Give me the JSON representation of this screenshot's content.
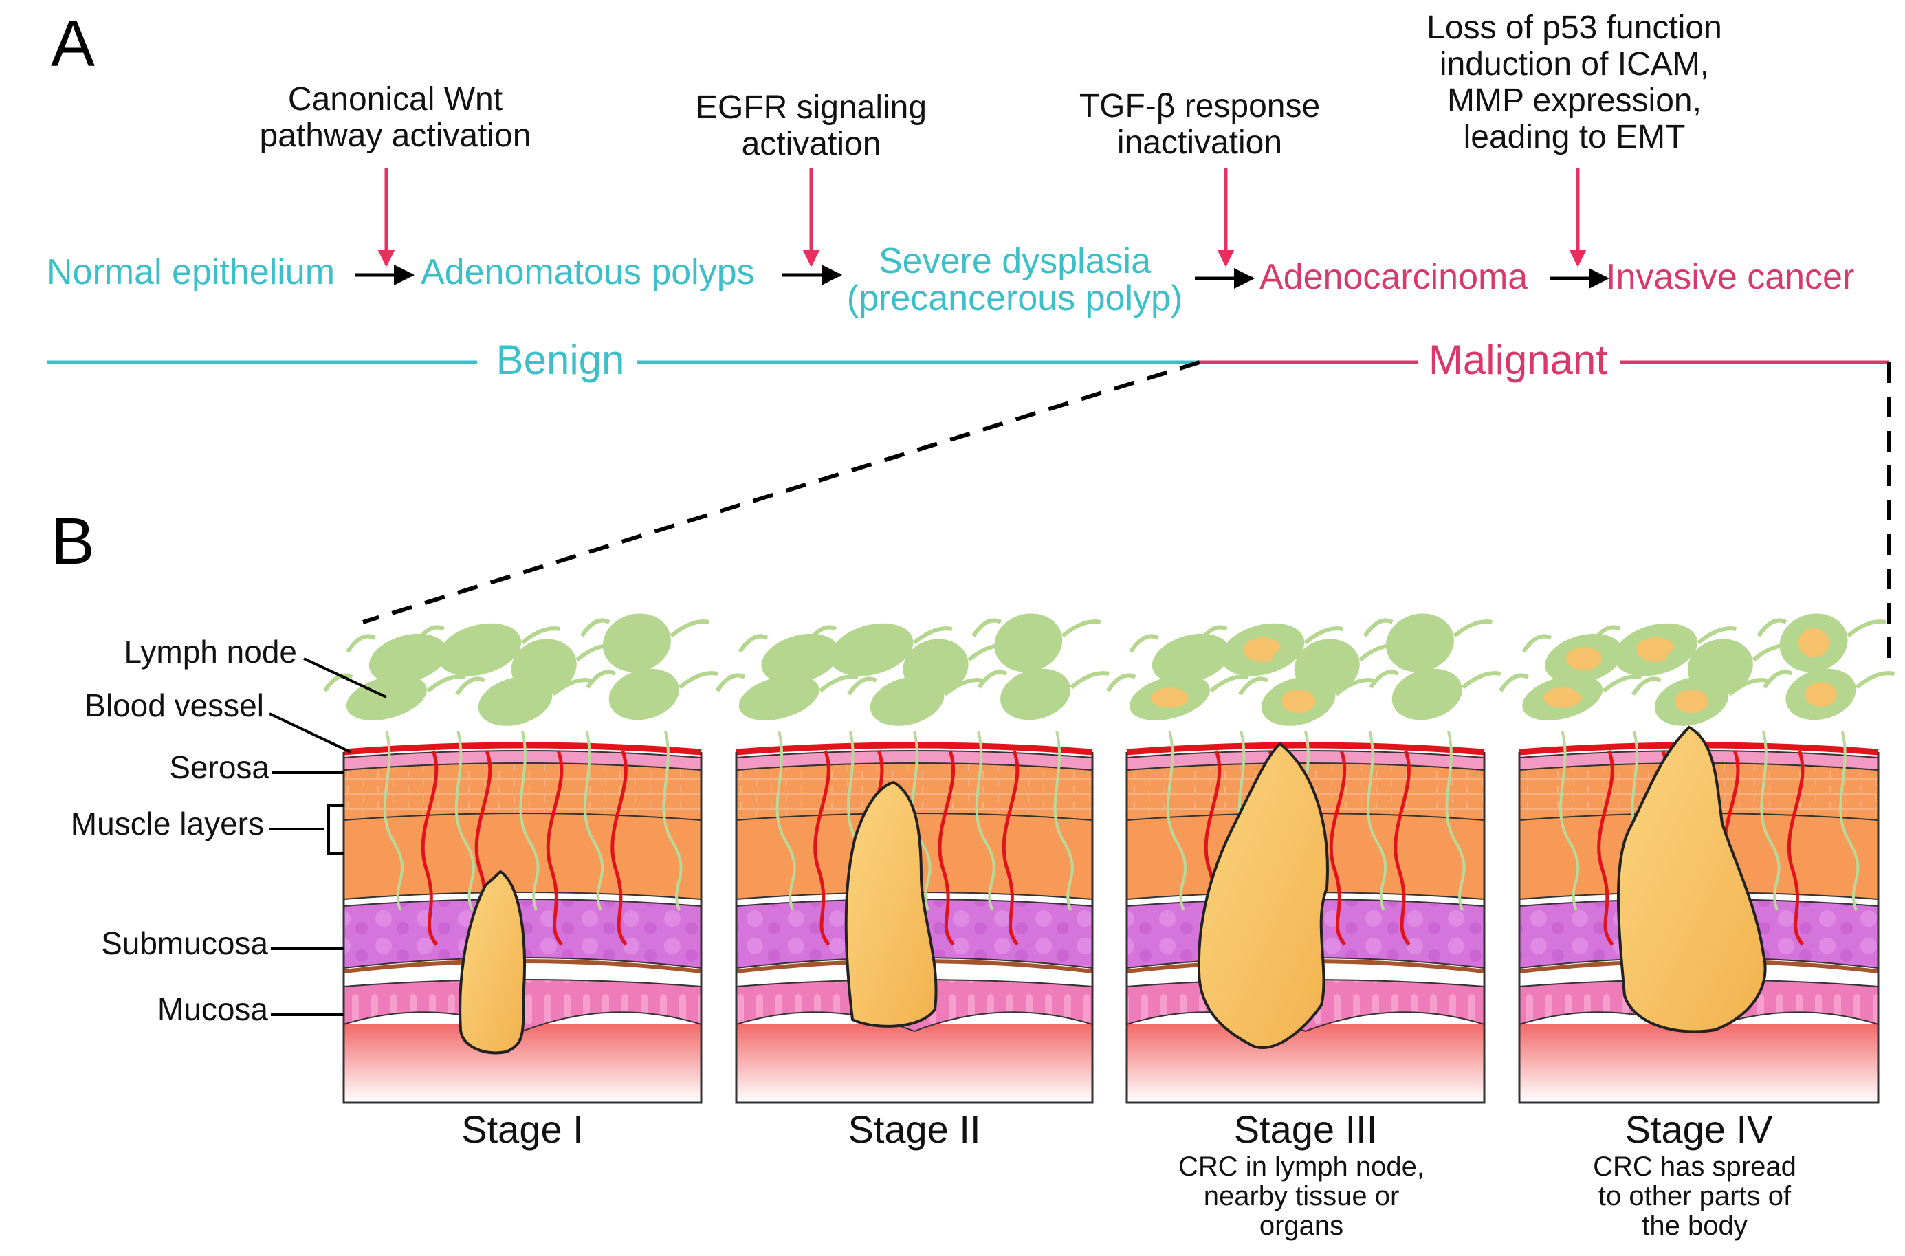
{
  "panels": {
    "a": "A",
    "b": "B"
  },
  "panel_a": {
    "events": [
      {
        "lines": [
          "Canonical Wnt",
          "pathway activation"
        ]
      },
      {
        "lines": [
          "EGFR signaling",
          "activation"
        ]
      },
      {
        "lines": [
          "TGF-β response",
          "inactivation"
        ]
      },
      {
        "lines": [
          "Loss of p53 function",
          "induction of ICAM,",
          "MMP expression,",
          "leading to EMT"
        ]
      }
    ],
    "stages": [
      {
        "lines": [
          "Normal epithelium"
        ],
        "category": "benign"
      },
      {
        "lines": [
          "Adenomatous polyps"
        ],
        "category": "benign"
      },
      {
        "lines": [
          "Severe dysplasia",
          "(precancerous polyp)"
        ],
        "category": "benign"
      },
      {
        "lines": [
          "Adenocarcinoma"
        ],
        "category": "malignant"
      },
      {
        "lines": [
          "Invasive cancer"
        ],
        "category": "malignant"
      }
    ],
    "categories": {
      "benign": "Benign",
      "malignant": "Malignant"
    }
  },
  "panel_b": {
    "layer_labels": [
      "Lymph node",
      "Blood vessel",
      "Serosa",
      "Muscle layers",
      "Submucosa",
      "Mucosa"
    ],
    "stages": [
      {
        "title": "Stage I",
        "description": []
      },
      {
        "title": "Stage II",
        "description": []
      },
      {
        "title": "Stage III",
        "description": [
          "CRC in lymph node,",
          "nearby tissue or",
          "organs"
        ]
      },
      {
        "title": "Stage IV",
        "description": [
          "CRC has spread",
          "to other parts of",
          "the body"
        ]
      }
    ]
  },
  "colors": {
    "benign": "#3bbfc9",
    "malignant": "#d9386a",
    "event_arrow": "#e8305f",
    "lymph": "#b5d68e",
    "lymph_metastasis": "#f5c26b",
    "blood": "#e0141b",
    "serosa": "#f39ac4",
    "muscle": "#f79a58",
    "submucosa": "#d776dc",
    "mucosa": "#ef7fb8",
    "lumen": "#f7c0b8",
    "tumor": "#f8c96e"
  }
}
